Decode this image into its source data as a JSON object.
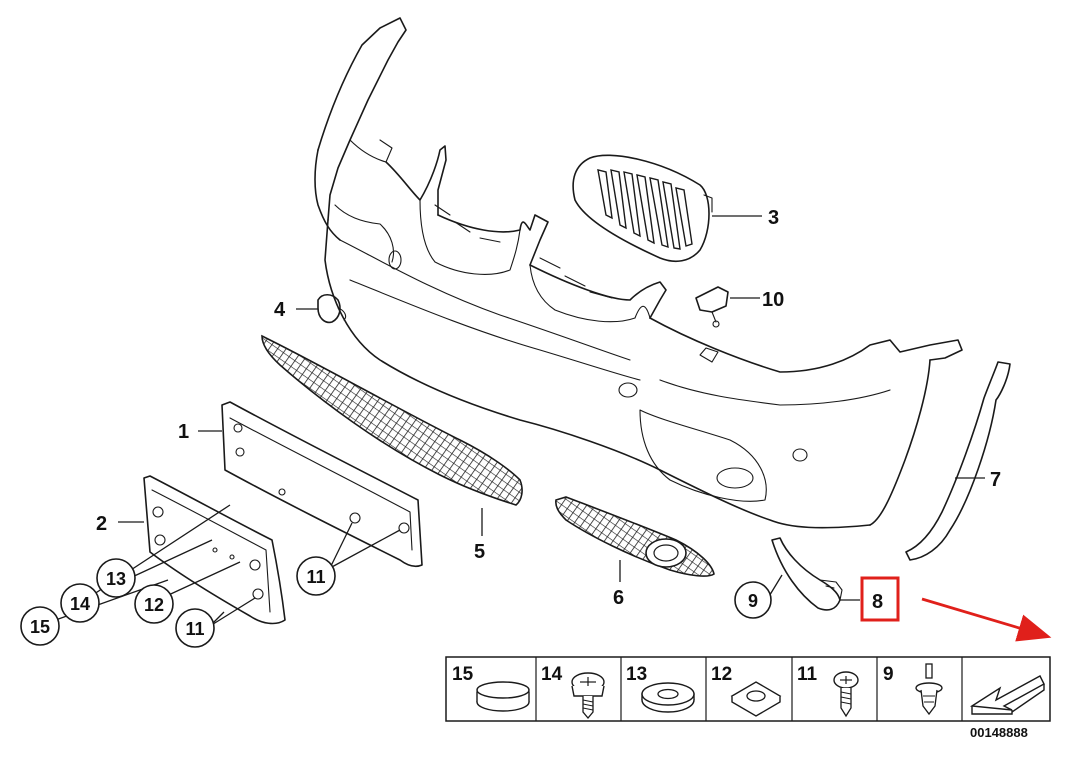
{
  "callouts": {
    "p1": "1",
    "p2": "2",
    "p3": "3",
    "p4": "4",
    "p5": "5",
    "p6": "6",
    "p7": "7",
    "p8": "8",
    "p9": "9",
    "p10": "10",
    "p11a": "11",
    "p11b": "11",
    "p12": "12",
    "p13": "13",
    "p14": "14",
    "p15": "15"
  },
  "legend": {
    "cells": [
      "15",
      "14",
      "13",
      "12",
      "11",
      "9"
    ]
  },
  "catalog_number": "00148888",
  "colors": {
    "highlight": "#e0201b",
    "line": "#1a1a1a"
  }
}
